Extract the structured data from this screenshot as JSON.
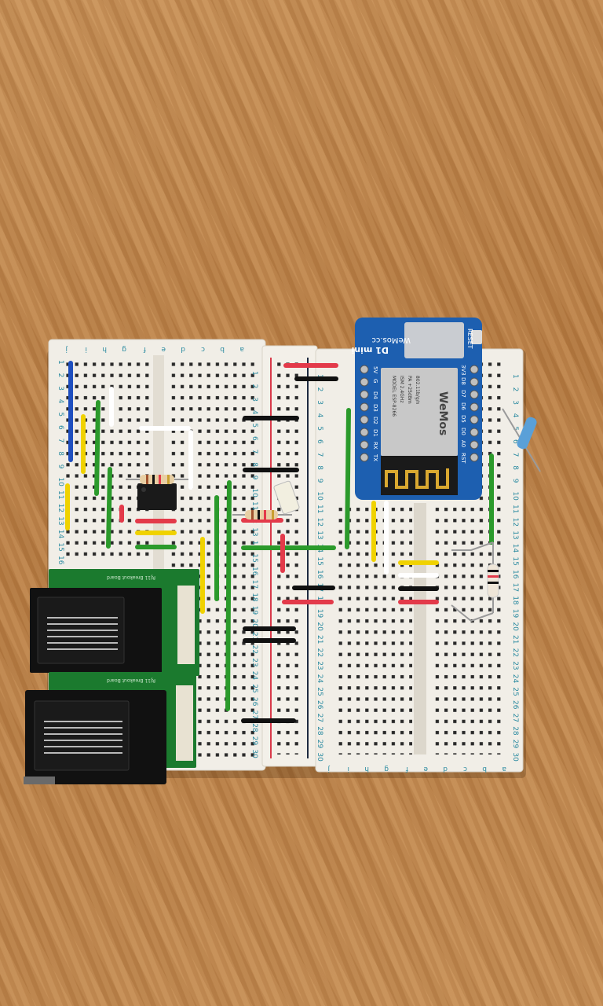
{
  "scene": {
    "description_colors": {
      "wood": "#c08850",
      "breadboard": "#f2efe8",
      "rail_red": "#d83a4a",
      "rail_blue": "#1d2a40",
      "pcb_blue": "#1d5fb0",
      "pcb_green": "#1b7a2e"
    },
    "breadboard": {
      "columns_top": [
        "j",
        "i",
        "h",
        "g",
        "f",
        "e",
        "d",
        "c",
        "b",
        "a"
      ],
      "columns_bottom": [
        "j",
        "i",
        "h",
        "g",
        "f",
        "e",
        "d",
        "c",
        "b",
        "a"
      ],
      "row_numbers": [
        "1",
        "2",
        "3",
        "4",
        "5",
        "6",
        "7",
        "8",
        "9",
        "10",
        "11",
        "12",
        "13",
        "14",
        "15",
        "16",
        "17",
        "18",
        "19",
        "20",
        "21",
        "22",
        "23",
        "24",
        "25",
        "26",
        "27",
        "28",
        "29",
        "30"
      ]
    },
    "d1_mini": {
      "brand": "WeMos",
      "site": "WeMos.cc",
      "model": "D1 mini",
      "reset": "RESET",
      "pins_left": [
        "5V",
        "G",
        "D4",
        "D3",
        "D2",
        "D1",
        "RX",
        "TX"
      ],
      "pins_right": [
        "3V3",
        "D8",
        "D7",
        "D6",
        "D5",
        "D0",
        "A0",
        "RST"
      ],
      "module_text": [
        "MODEL ESP-8266",
        "ISM 2.4GHz",
        "PA +25dBm",
        "802.11b/g/n"
      ],
      "module_brand": "WeMos"
    },
    "rj_boards": [
      {
        "label": "RJ11 Breakout Board"
      },
      {
        "label": "RJ11 Breakout Board"
      }
    ]
  }
}
